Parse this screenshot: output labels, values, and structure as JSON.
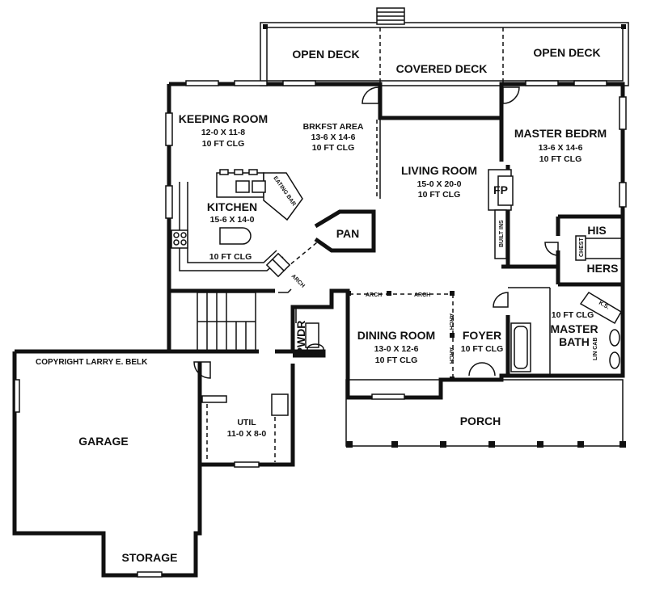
{
  "copyright": "COPYRIGHT LARRY E. BELK",
  "rooms": [
    {
      "id": "open-deck-left",
      "name": "OPEN DECK",
      "lines": []
    },
    {
      "id": "covered-deck",
      "name": "COVERED DECK",
      "lines": []
    },
    {
      "id": "open-deck-right",
      "name": "OPEN DECK",
      "lines": []
    },
    {
      "id": "keeping-room",
      "name": "KEEPING ROOM",
      "lines": [
        "12-0 X 11-8",
        "10 FT CLG"
      ]
    },
    {
      "id": "brkfst-area",
      "name": "BRKFST AREA",
      "lines": [
        "13-6 X 14-6",
        "10 FT CLG"
      ]
    },
    {
      "id": "living-room",
      "name": "LIVING ROOM",
      "lines": [
        "15-0 X 20-0",
        "10 FT CLG"
      ]
    },
    {
      "id": "master-bedrm",
      "name": "MASTER BEDRM",
      "lines": [
        "13-6 X 14-6",
        "10 FT CLG"
      ]
    },
    {
      "id": "kitchen",
      "name": "KITCHEN",
      "lines": [
        "15-6 X 14-0"
      ]
    },
    {
      "id": "kitchen-clg",
      "name": "",
      "lines": [
        "10 FT CLG"
      ]
    },
    {
      "id": "pan",
      "name": "PAN",
      "lines": []
    },
    {
      "id": "his",
      "name": "HIS",
      "lines": []
    },
    {
      "id": "hers",
      "name": "HERS",
      "lines": []
    },
    {
      "id": "dining-room",
      "name": "DINING ROOM",
      "lines": [
        "13-0 X 12-6",
        "10 FT CLG"
      ]
    },
    {
      "id": "foyer",
      "name": "FOYER",
      "lines": [
        "10 FT CLG"
      ]
    },
    {
      "id": "master-bath",
      "name": "MASTER",
      "lines": [
        "BATH"
      ]
    },
    {
      "id": "master-bath-clg",
      "name": "",
      "lines": [
        "10 FT CLG"
      ]
    },
    {
      "id": "garage",
      "name": "GARAGE",
      "lines": []
    },
    {
      "id": "util",
      "name": "",
      "lines": [
        "UTIL",
        "11-0 X 8-0"
      ]
    },
    {
      "id": "porch",
      "name": "PORCH",
      "lines": []
    },
    {
      "id": "storage",
      "name": "STORAGE",
      "lines": []
    }
  ],
  "small_labels": {
    "fp": "FP",
    "built_ins": "BUILT INS",
    "pwdr": "PWDR",
    "ks": "K.S.",
    "chest": "CHEST",
    "arch": "ARCH",
    "bar": "EATING BAR",
    "linen": "LIN CAB"
  }
}
